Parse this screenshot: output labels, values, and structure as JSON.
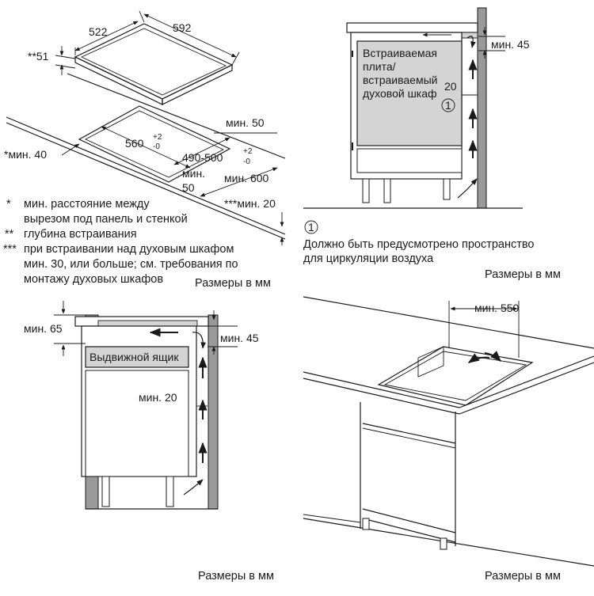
{
  "top_left": {
    "dim_522": "522",
    "dim_592": "592",
    "dim_51": "**51",
    "dim_min50": "мин. 50",
    "dim_560": "560",
    "dim_560_tol_plus": "+2",
    "dim_560_tol_minus": "-0",
    "dim_490": "490-500",
    "dim_490_tol_plus": "+2",
    "dim_490_tol_minus": "-0",
    "dim_min40": "*мин. 40",
    "dim_min50b_1": "мин.",
    "dim_min50b_2": "50",
    "dim_min600": "мин. 600",
    "dim_min20": "***мин. 20",
    "legend": [
      {
        "mark": "*",
        "text": "мин. расстояние между"
      },
      {
        "mark": "",
        "text": "вырезом под панель и стенкой"
      },
      {
        "mark": "**",
        "text": "глубина встраивания"
      },
      {
        "mark": "***",
        "text": "при встраивании над духовым шкафом"
      },
      {
        "mark": "",
        "text": "мин. 30, или больше; см. требования по"
      },
      {
        "mark": "",
        "text": "монтажу духовых шкафов"
      }
    ],
    "units": "Размеры в мм"
  },
  "top_right": {
    "dim_min45": "мин. 45",
    "dim_20": "20",
    "label_lines": [
      "Встраиваемая",
      "плита/",
      "встраиваемый",
      "духовой шкаф"
    ],
    "circle_num": "1",
    "note_num": "1",
    "note_lines": [
      "Должно быть предусмотрено пространство",
      "для циркуляции воздуха"
    ],
    "units": "Размеры в мм"
  },
  "bottom_left": {
    "dim_min65": "мин. 65",
    "dim_min45": "мин. 45",
    "drawer_label": "Выдвижной ящик",
    "dim_min20": "мин. 20",
    "units": "Размеры в мм"
  },
  "bottom_right": {
    "dim_min550": "мин. 550",
    "units": "Размеры в мм"
  },
  "colors": {
    "line": "#1a1a1a",
    "gray_fill": "#d4d4d4",
    "wall_fill": "#9a9a9a",
    "white": "#ffffff"
  },
  "icons": [
    "arrow-up-icon",
    "arrow-left-icon",
    "circulation-arrow-icon",
    "numbered-circle-icon"
  ]
}
